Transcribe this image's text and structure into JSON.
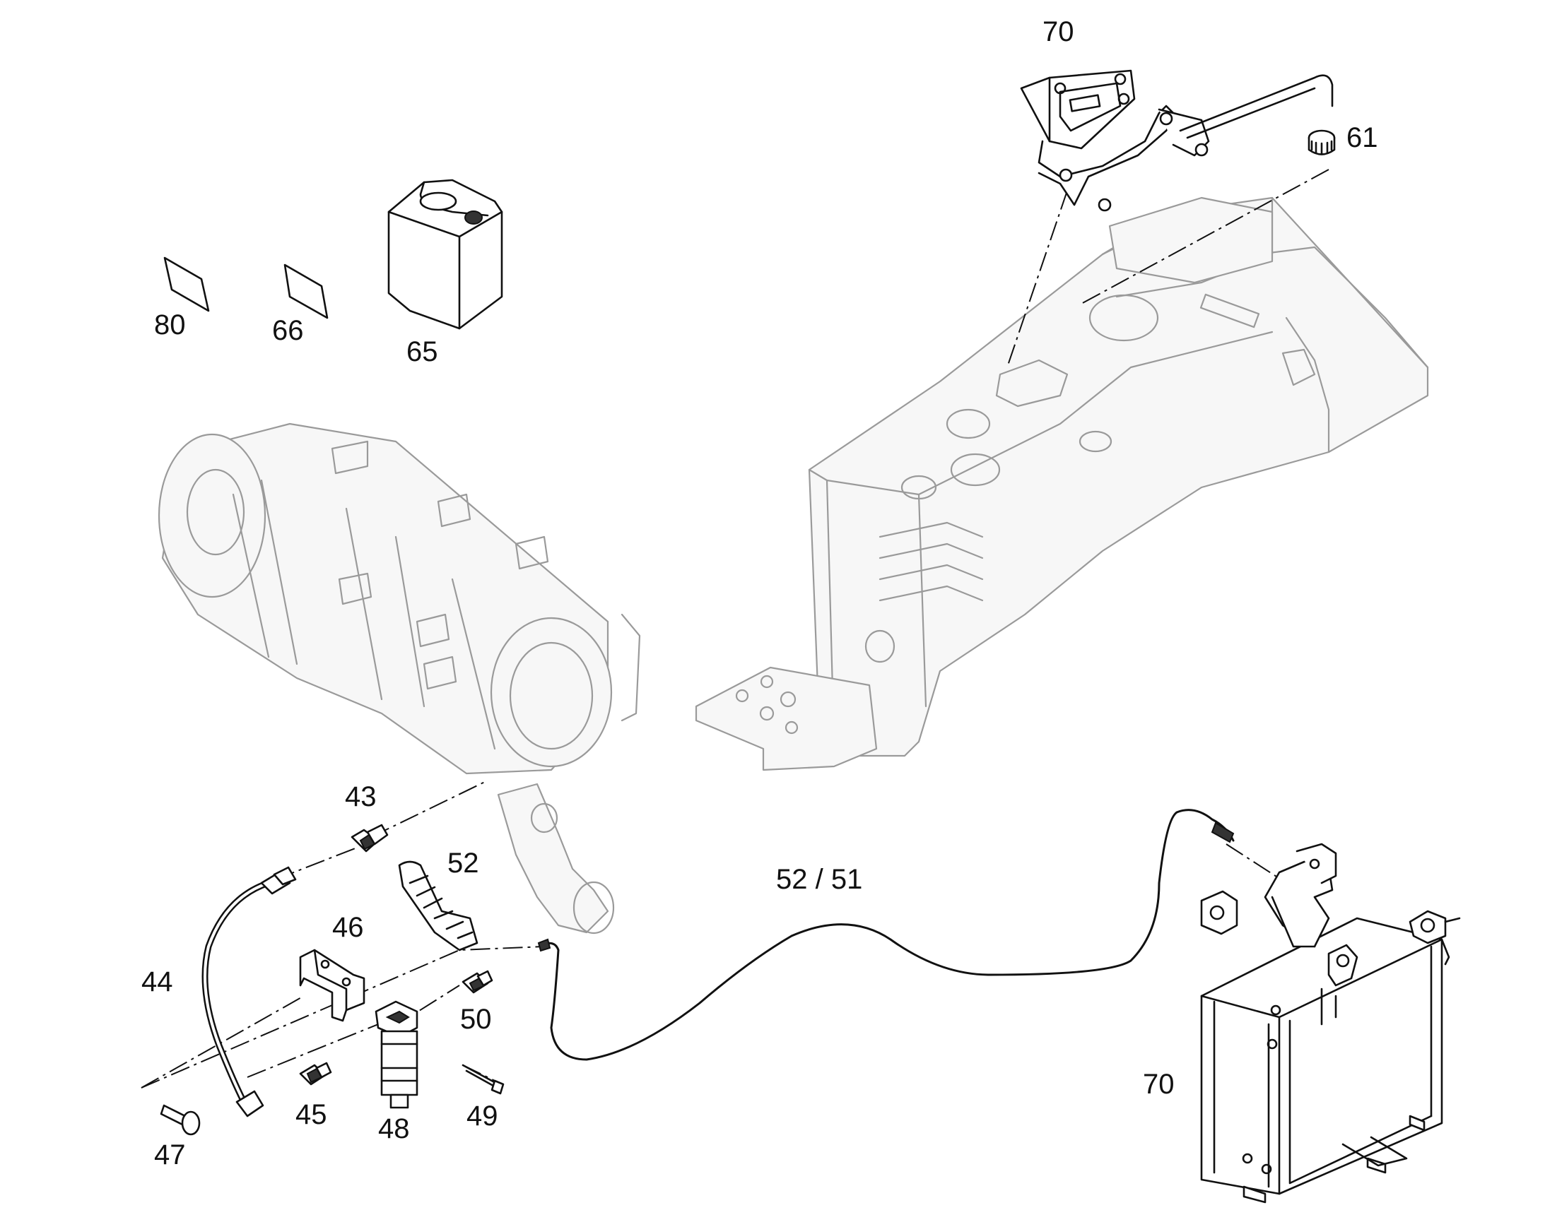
{
  "callouts": {
    "c70_top": "70",
    "c61": "61",
    "c80": "80",
    "c66": "66",
    "c65": "65",
    "c43": "43",
    "c52": "52",
    "c52_51": "52 / 51",
    "c46": "46",
    "c44": "44",
    "c50": "50",
    "c45": "45",
    "c48": "48",
    "c49": "49",
    "c47": "47",
    "c70_bottom": "70"
  },
  "colors": {
    "part_stroke": "#111111",
    "ghost_stroke": "#9a9a9a",
    "background": "#ffffff"
  }
}
